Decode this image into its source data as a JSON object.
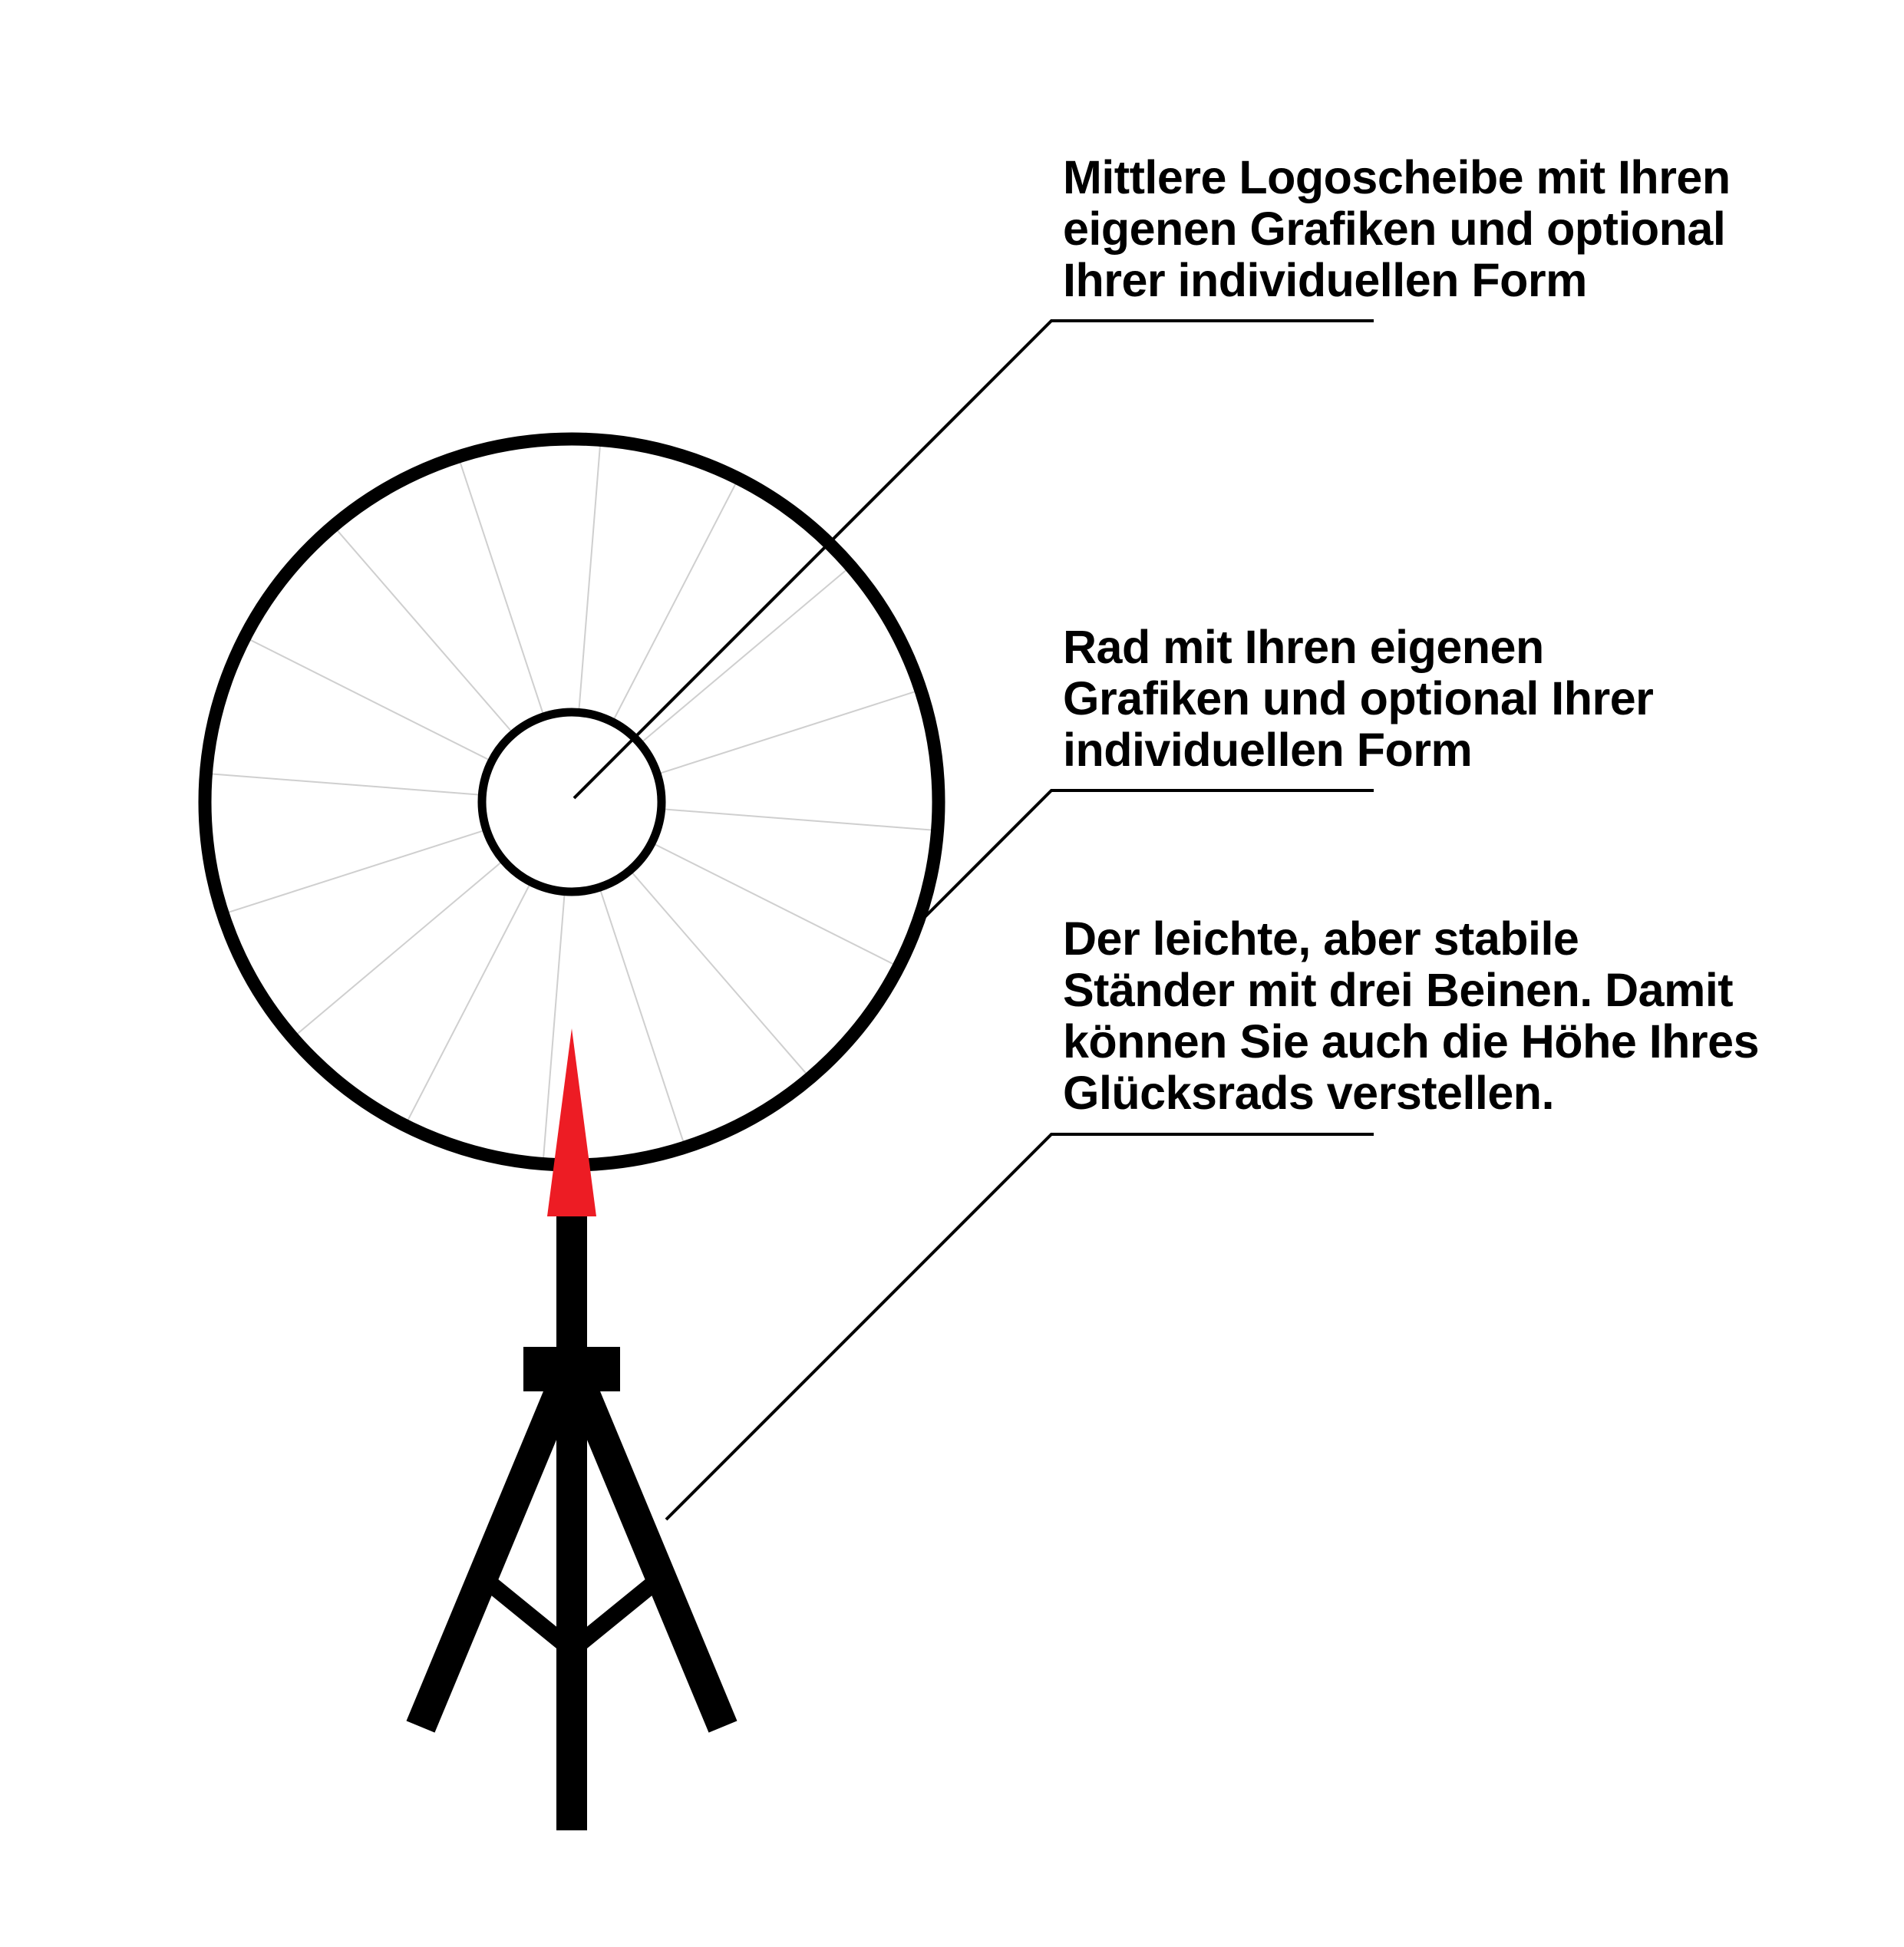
{
  "colors": {
    "stroke": "#000000",
    "spoke": "#cfcfcf",
    "pointer": "#ed1c24",
    "background": "#ffffff"
  },
  "callouts": [
    {
      "lines": [
        "Mittlere Logoscheibe mit Ihren",
        "eigenen Grafiken und optional",
        "Ihrer individuellen Form"
      ]
    },
    {
      "lines": [
        "Rad mit Ihren eigenen",
        "Grafiken und optional Ihrer",
        "individuellen Form"
      ]
    },
    {
      "lines": [
        "Der leichte, aber stabile",
        "Ständer mit drei Beinen. Damit",
        "können Sie auch die Höhe Ihres",
        "Glücksrads verstellen."
      ]
    }
  ],
  "wheel": {
    "segment_count": 16,
    "parts": [
      "outer-wheel",
      "center-logo-disc",
      "red-pointer",
      "tripod-stand"
    ]
  }
}
